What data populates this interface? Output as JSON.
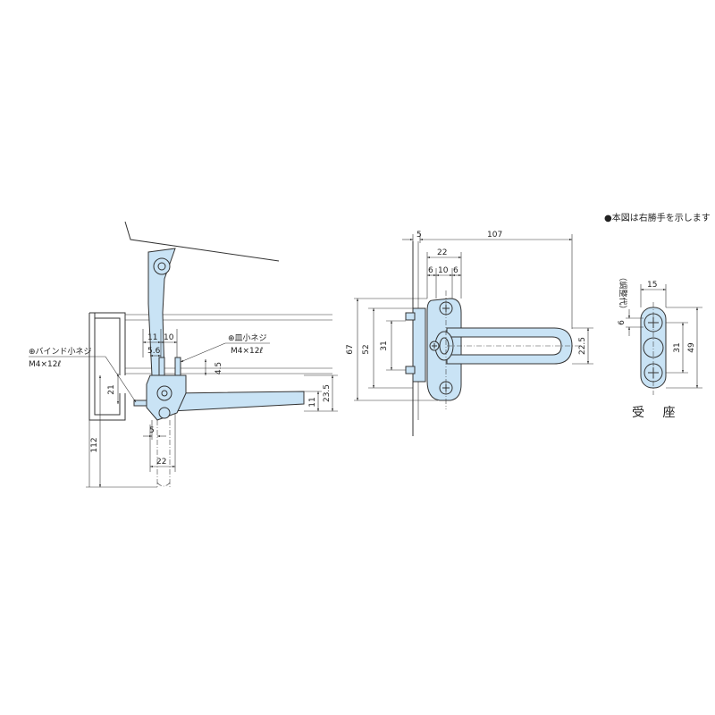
{
  "note": {
    "text": "●本図は右勝手を示します"
  },
  "side_view": {
    "callout_left": {
      "line1": "⊕バインド小ネジ",
      "line2": "M4×12ℓ"
    },
    "callout_right": {
      "line1": "⊕皿小ネジ",
      "line2": "M4×12ℓ"
    },
    "dims": {
      "d_11": "11",
      "d_10": "10",
      "d_5_6": "5.6",
      "d_4_5": "4.5",
      "d_21": "21",
      "d_23_5": "23.5",
      "d_11b": "11",
      "d_5": "5",
      "d_22": "22",
      "d_112": "112"
    }
  },
  "front_view": {
    "dims": {
      "d_5": "5",
      "d_107": "107",
      "d_22": "22",
      "d_6a": "6",
      "d_10": "10",
      "d_6b": "6",
      "d_67": "67",
      "d_52": "52",
      "d_31": "31",
      "d_22_5": "22.5"
    }
  },
  "receiver_view": {
    "caption": "受 座",
    "adjust_label": "（調整代）",
    "dims": {
      "d_15": "15",
      "d_6": "6",
      "d_31": "31",
      "d_49": "49"
    }
  }
}
